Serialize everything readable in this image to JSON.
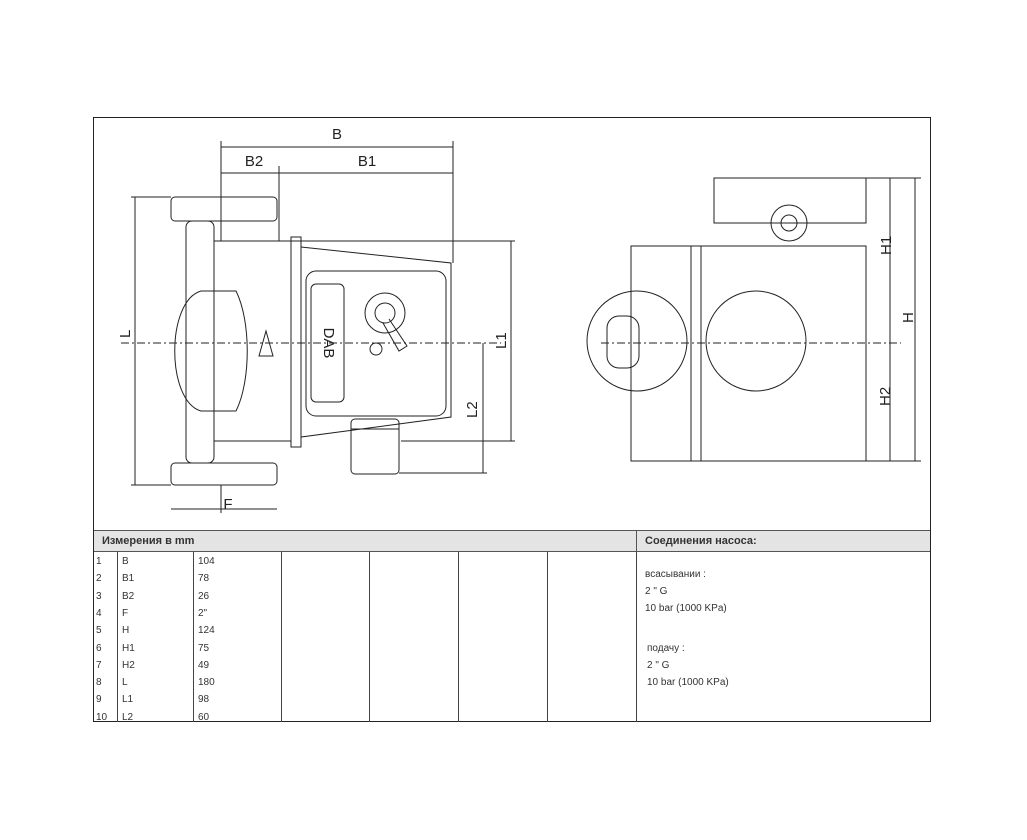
{
  "drawing": {
    "dimension_labels": {
      "B": "B",
      "B1": "B1",
      "B2": "B2",
      "L": "L",
      "L1": "L1",
      "L2": "L2",
      "F": "F",
      "H": "H",
      "H1": "H1",
      "H2": "H2"
    },
    "logo": "DAB"
  },
  "table": {
    "left_header": "Измерения в  mm",
    "right_header": "Соединения насоса:",
    "rows": [
      {
        "n": "1",
        "name": "B",
        "value": "104"
      },
      {
        "n": "2",
        "name": "B1",
        "value": "78"
      },
      {
        "n": "3",
        "name": "B2",
        "value": "26"
      },
      {
        "n": "4",
        "name": "F",
        "value": "2\""
      },
      {
        "n": "5",
        "name": "H",
        "value": "124"
      },
      {
        "n": "6",
        "name": "H1",
        "value": "75"
      },
      {
        "n": "7",
        "name": "H2",
        "value": "49"
      },
      {
        "n": "8",
        "name": "L",
        "value": "180"
      },
      {
        "n": "9",
        "name": "L1",
        "value": "98"
      },
      {
        "n": "10",
        "name": "L2",
        "value": "60"
      }
    ],
    "connections": {
      "suction_label": "всасывании :",
      "suction_size": "2 \" G",
      "suction_pressure": "10 bar (1000 KPa)",
      "delivery_label": "подачу  :",
      "delivery_size": "2 \" G",
      "delivery_pressure": "10 bar (1000 KPa)"
    }
  }
}
